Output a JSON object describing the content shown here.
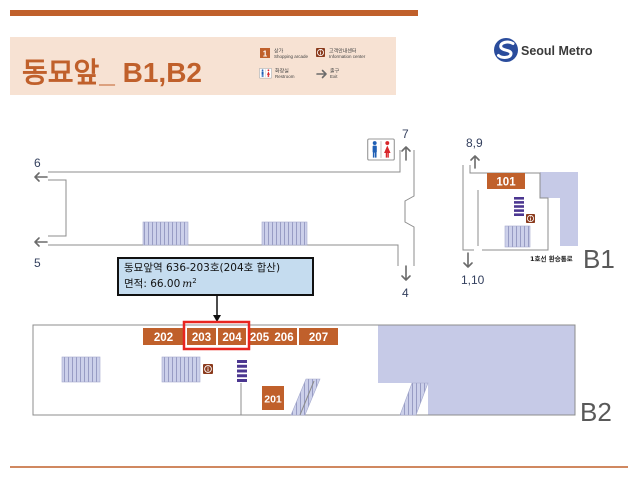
{
  "header": {
    "title": "동묘앞_ B1,B2",
    "logo_text": "Seoul Metro",
    "logo_icon": "seoul-metro-logo-icon"
  },
  "legend": [
    {
      "icon": "shopping-arcade-icon",
      "symbol": "1",
      "label_ko": "상가",
      "label_en": "Shopping arcade"
    },
    {
      "icon": "information-center-icon",
      "label_ko": "고객안내센터",
      "label_en": "Information center"
    },
    {
      "icon": "restroom-icon",
      "label_ko": "화장실",
      "label_en": "Restroom"
    },
    {
      "icon": "exit-arrow-icon",
      "label_ko": "출구",
      "label_en": "Exit"
    }
  ],
  "floors": {
    "b1": {
      "label": "B1",
      "exits": [
        "6",
        "5",
        "7",
        "4",
        "8,9",
        "1,10"
      ],
      "shops": [
        {
          "number": "101",
          "highlighted": false
        }
      ],
      "transfer_label": "1호선 환승통로"
    },
    "b2": {
      "label": "B2",
      "shops": [
        {
          "number": "202",
          "highlighted": false
        },
        {
          "number": "203",
          "highlighted": true
        },
        {
          "number": "204",
          "highlighted": true
        },
        {
          "number": "205",
          "highlighted": false
        },
        {
          "number": "206",
          "highlighted": false
        },
        {
          "number": "207",
          "highlighted": false
        },
        {
          "number": "201",
          "highlighted": false
        }
      ]
    }
  },
  "callout": {
    "line1": "동묘앞역 636-203호(204호 합산)",
    "area_text": "면적: 66.00",
    "area_unit": "m",
    "area_unit_exp": "2"
  },
  "colors": {
    "accent": "#c0602b",
    "header_bg": "#f7e2d3",
    "stairs_bg": "#ccd0ea",
    "stairs_line": "#9297c0",
    "area_bg": "#c6cae7",
    "callout_bg": "#c5dcef",
    "highlight": "#e8251f",
    "marker": "#4b3690",
    "logo": "#2a4c9c",
    "info": "#8a3a1c",
    "exit_text": "#34405e",
    "wall": "#8c8c8c",
    "floor_text": "#595959"
  }
}
